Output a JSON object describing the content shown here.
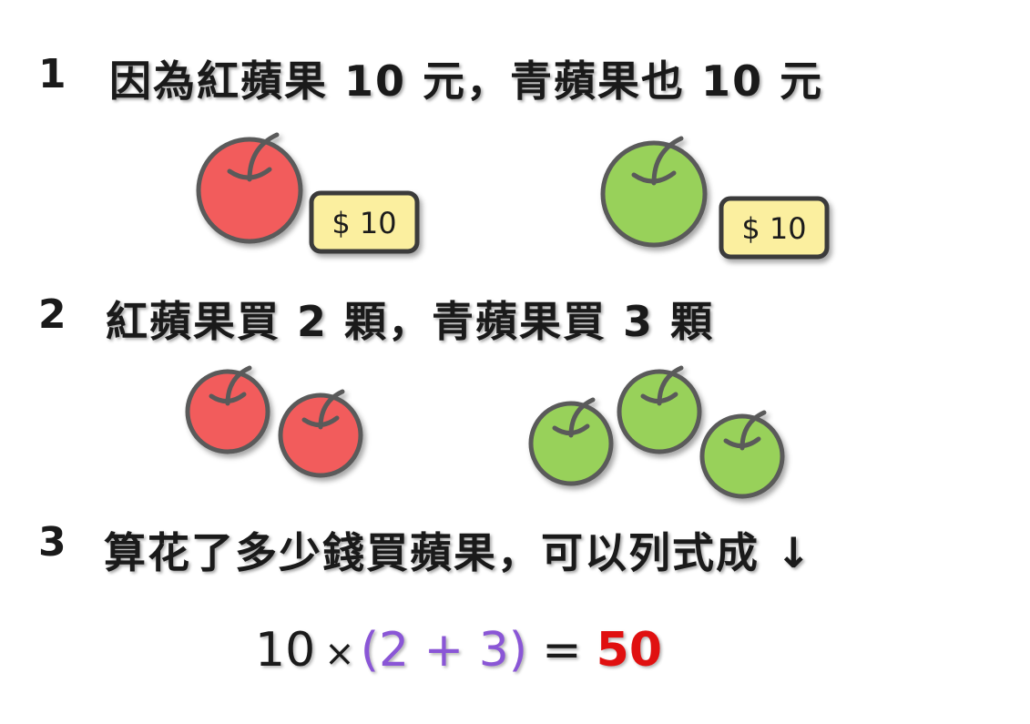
{
  "steps": [
    {
      "number": "1",
      "text": "因為紅蘋果 10 元，青蘋果也 10 元"
    },
    {
      "number": "2",
      "text": "紅蘋果買 2 顆，青蘋果買 3 顆"
    },
    {
      "number": "3",
      "text": "算花了多少錢買蘋果，可以列式成 ↓"
    }
  ],
  "price_tags": {
    "red": "$ 10",
    "green": "$ 10"
  },
  "equation": {
    "left_number": "10",
    "times": "×",
    "group": "(2 + 3)",
    "equals": "=",
    "result": "50"
  },
  "colors": {
    "red_apple": "#f25c5c",
    "green_apple": "#98d15a",
    "tag_fill": "#fbef9f",
    "group_text": "#8a56d6",
    "result_text": "#e01010"
  },
  "icons": [
    "red-apple-icon",
    "green-apple-icon",
    "price-tag-icon"
  ]
}
